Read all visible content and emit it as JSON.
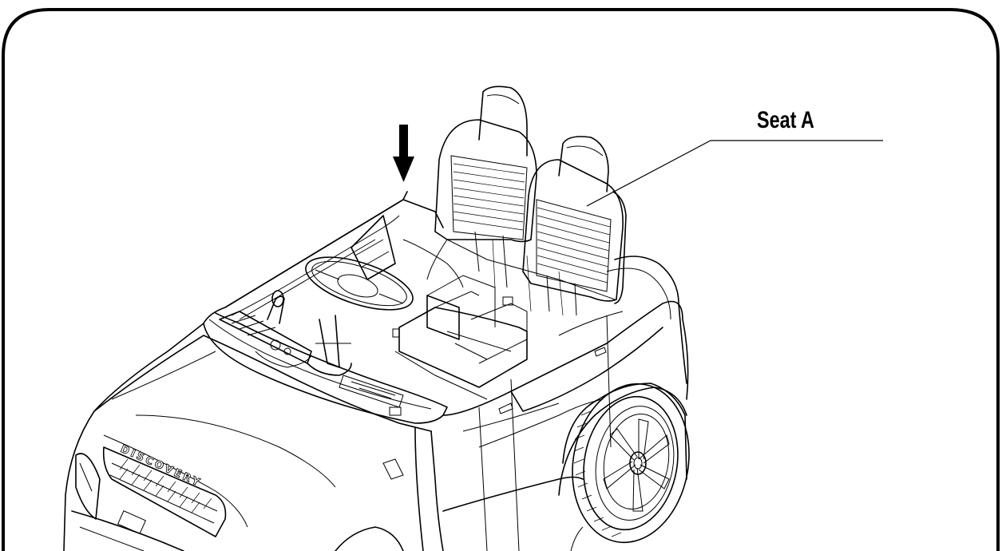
{
  "callout": {
    "label": "Seat A"
  },
  "vehicle": {
    "badge_text": "DISCOVERY"
  },
  "arrow": {
    "direction": "down"
  }
}
